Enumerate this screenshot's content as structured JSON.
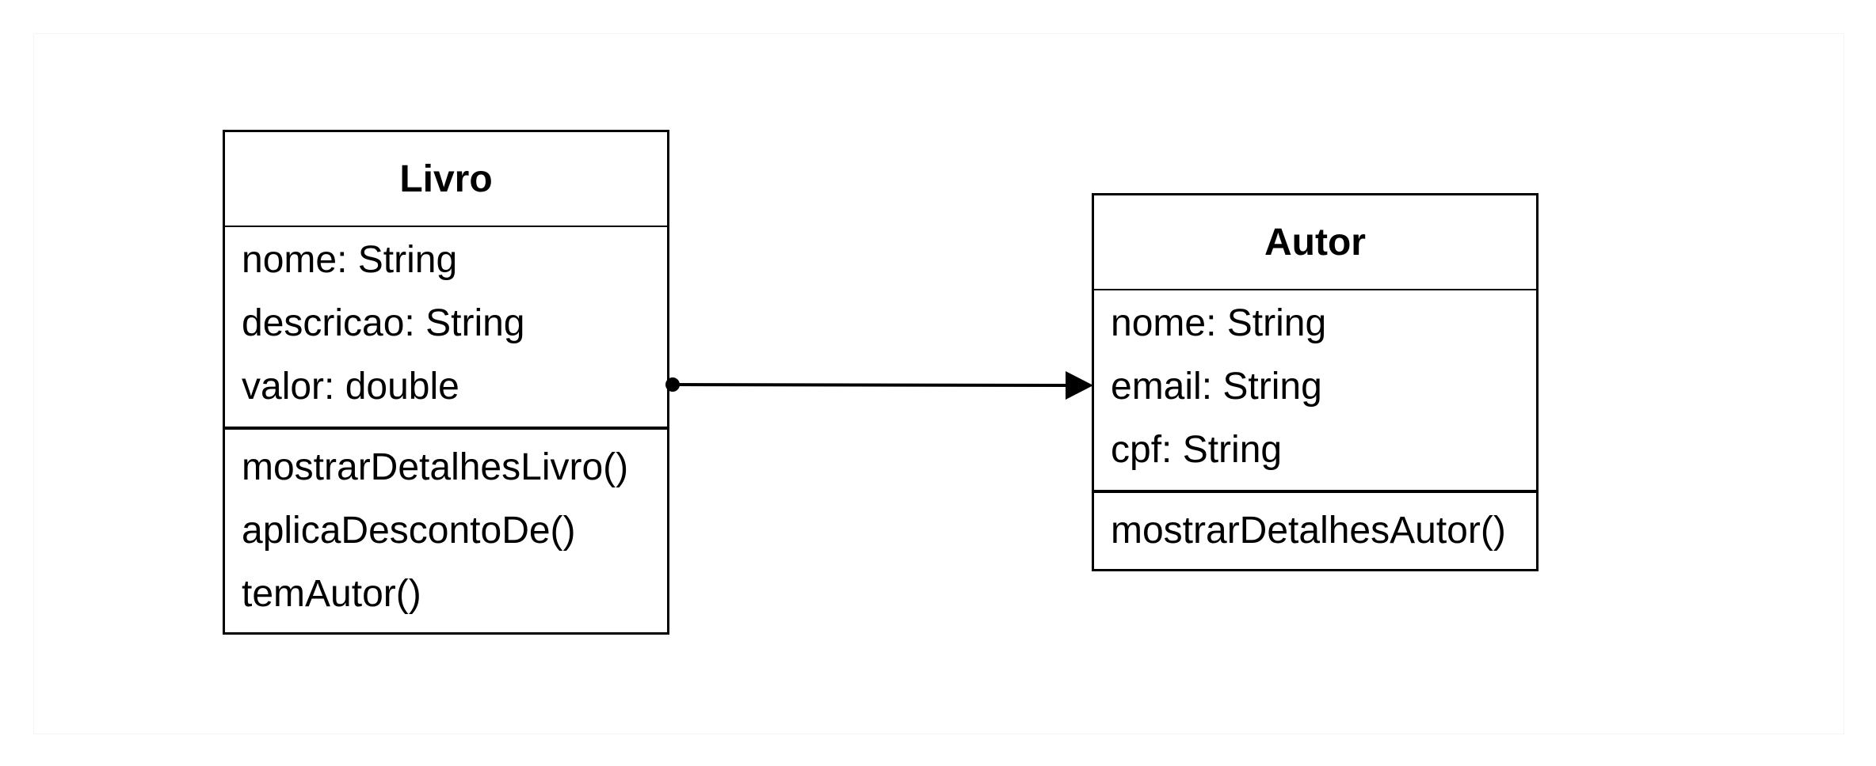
{
  "classes": {
    "livro": {
      "name": "Livro",
      "attributes": [
        "nome: String",
        "descricao: String",
        "valor: double"
      ],
      "methods": [
        "mostrarDetalhesLivro()",
        "aplicaDescontoDe()",
        "temAutor()"
      ]
    },
    "autor": {
      "name": "Autor",
      "attributes": [
        "nome: String",
        "email: String",
        "cpf: String"
      ],
      "methods": [
        "mostrarDetalhesAutor()"
      ]
    }
  },
  "association": {
    "from": "Livro",
    "to": "Autor",
    "source_end": "filled-circle",
    "target_end": "filled-arrow"
  }
}
